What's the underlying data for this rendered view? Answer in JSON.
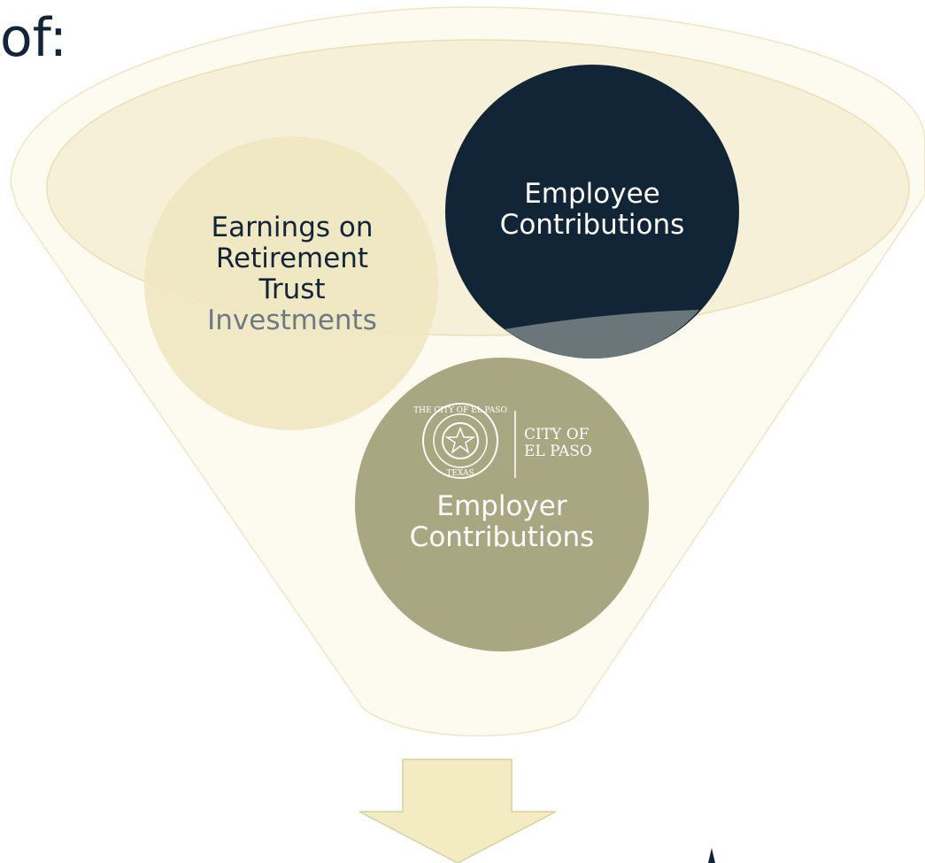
{
  "heading": "of:",
  "circles": {
    "earnings": {
      "lines": [
        "Earnings on",
        "Retirement",
        "Trust"
      ],
      "last_line": "Investments"
    },
    "employee": {
      "lines": [
        "Employee",
        "Contributions"
      ]
    },
    "employer": {
      "lines": [
        "Employer",
        "Contributions"
      ]
    }
  },
  "logo": {
    "seal_ring_text": "THE CITY OF EL PASO",
    "seal_bottom_text": "TEXAS",
    "line1": "CITY OF",
    "line2": "EL PASO"
  },
  "colors": {
    "funnel_fill": "#fbf7e8",
    "funnel_stroke": "#ece3bd",
    "earnings_circle": "#f1e8c2",
    "employee_circle": "#122536",
    "employer_circle": "#a9a682",
    "arrow": "#f3ebc2",
    "text_dark": "#12243a"
  }
}
